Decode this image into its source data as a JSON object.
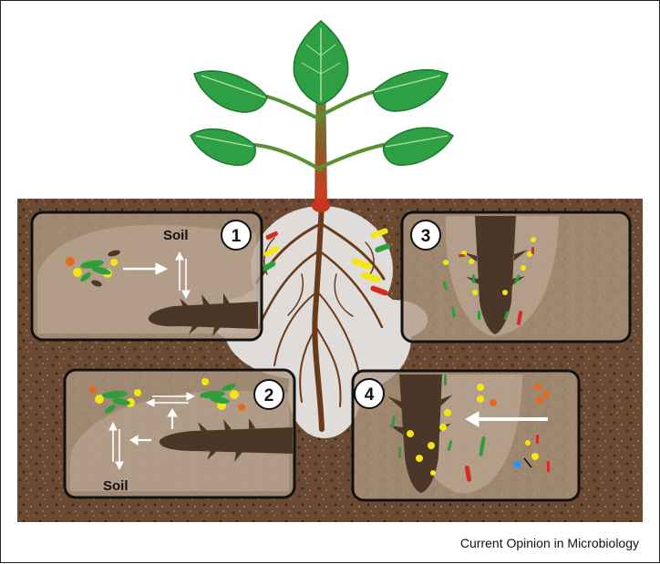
{
  "figure": {
    "credit": "Current Opinion in Microbiology",
    "soil_label": "Soil",
    "panels": [
      {
        "number": "1",
        "soil_label_visible": true
      },
      {
        "number": "2",
        "soil_label_visible": true
      },
      {
        "number": "3",
        "soil_label_visible": false
      },
      {
        "number": "4",
        "soil_label_visible": false
      }
    ]
  },
  "colors": {
    "soil": "#6b4a33",
    "soil_dark": "#4a3020",
    "root_brown": "#4a3728",
    "root_hair": "#ebebeb",
    "leaf_green": "#2ea043",
    "leaf_dark": "#1f7a30",
    "stem_red": "#c0392b",
    "panel_border": "#111111",
    "microbe_green": "#2e9e3a",
    "microbe_yellow": "#f5e612",
    "microbe_orange": "#e36a1e",
    "microbe_red": "#d62b1f",
    "microbe_blue": "#3a8ee6"
  }
}
